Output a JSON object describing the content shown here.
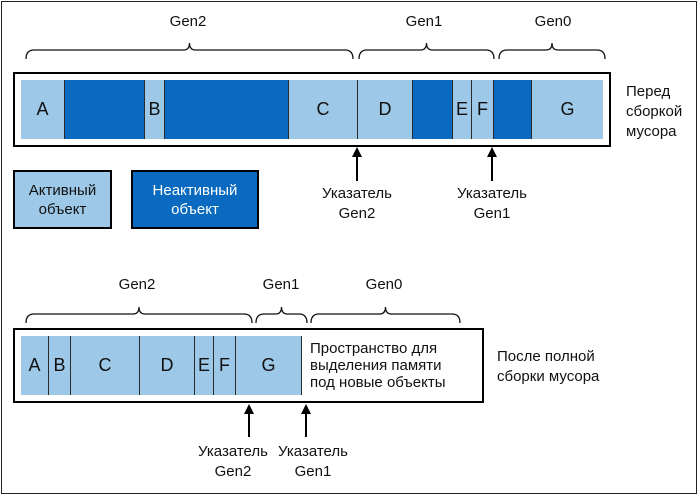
{
  "colors": {
    "active": "#9ec8e8",
    "inactive": "#0a6abf",
    "border": "#000000"
  },
  "before": {
    "caption": "Перед\nсборкой\nмусора",
    "generations": [
      {
        "label": "Gen2"
      },
      {
        "label": "Gen1"
      },
      {
        "label": "Gen0"
      }
    ],
    "objects": [
      {
        "label": "A",
        "state": "active"
      },
      {
        "label": "",
        "state": "inactive"
      },
      {
        "label": "B",
        "state": "active"
      },
      {
        "label": "",
        "state": "inactive"
      },
      {
        "label": "C",
        "state": "active"
      },
      {
        "label": "D",
        "state": "active"
      },
      {
        "label": "",
        "state": "inactive"
      },
      {
        "label": "E",
        "state": "active"
      },
      {
        "label": "F",
        "state": "active"
      },
      {
        "label": "",
        "state": "inactive"
      },
      {
        "label": "G",
        "state": "active"
      }
    ],
    "pointers": [
      {
        "label": "Указатель\nGen2"
      },
      {
        "label": "Указатель\nGen1"
      }
    ]
  },
  "legend": {
    "active": "Активный\nобъект",
    "inactive": "Неактивный\nобъект"
  },
  "after": {
    "caption": "После полной\nсборки мусора",
    "generations": [
      {
        "label": "Gen2"
      },
      {
        "label": "Gen1"
      },
      {
        "label": "Gen0"
      }
    ],
    "objects": [
      {
        "label": "A",
        "state": "active"
      },
      {
        "label": "B",
        "state": "active"
      },
      {
        "label": "C",
        "state": "active"
      },
      {
        "label": "D",
        "state": "active"
      },
      {
        "label": "E",
        "state": "active"
      },
      {
        "label": "F",
        "state": "active"
      },
      {
        "label": "G",
        "state": "active"
      }
    ],
    "free_space": "Пространство для\nвыделения памяти\nпод новые объекты",
    "pointers": [
      {
        "label": "Указатель\nGen2"
      },
      {
        "label": "Указатель\nGen1"
      }
    ]
  }
}
